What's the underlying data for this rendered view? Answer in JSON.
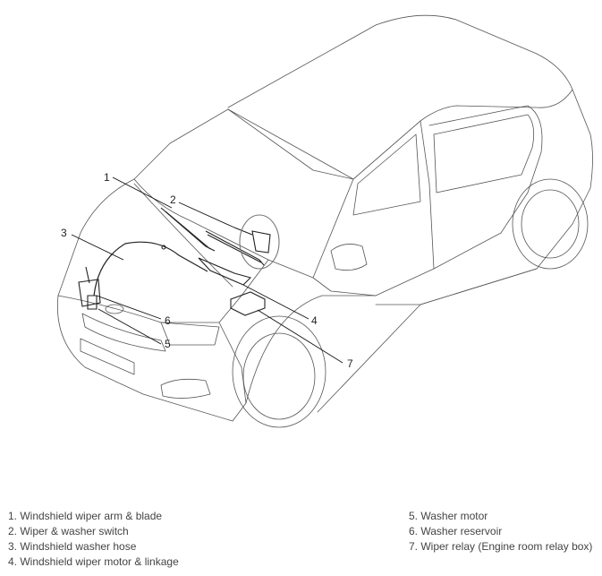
{
  "callouts": [
    {
      "number": "1"
    },
    {
      "number": "2"
    },
    {
      "number": "3"
    },
    {
      "number": "4"
    },
    {
      "number": "5"
    },
    {
      "number": "6"
    },
    {
      "number": "7"
    }
  ],
  "legend": {
    "left": [
      "1. Windshield wiper arm & blade",
      "2. Wiper & washer switch",
      "3. Windshield washer hose",
      "4. Windshield wiper motor & linkage"
    ],
    "right": [
      "5. Washer motor",
      "6. Washer reservoir",
      "7. Wiper relay (Engine room relay box)"
    ]
  }
}
